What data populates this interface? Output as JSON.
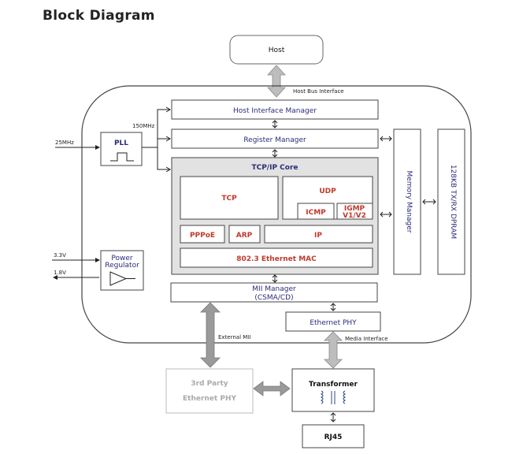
{
  "title": "Block Diagram",
  "diagram": {
    "host": "Host",
    "host_bus_interface": "Host Bus Interface",
    "host_interface_manager": "Host Interface Manager",
    "freq_150": "150MHz",
    "freq_25": "25MHz",
    "pll": "PLL",
    "register_manager": "Register Manager",
    "tcpip_core": "TCP/IP Core",
    "tcp": "TCP",
    "udp": "UDP",
    "icmp": "ICMP",
    "igmp_line1": "IGMP",
    "igmp_line2": "V1/V2",
    "pppoe": "PPPoE",
    "arp": "ARP",
    "ip": "IP",
    "mac": "802.3 Ethernet MAC",
    "memory_manager": "Memory Manager",
    "dpram": "128KB TX/RX DPRAM",
    "v33": "3.3V",
    "v18": "1.8V",
    "power_line1": "Power",
    "power_line2": "Regulator",
    "mii_line1": "MII Manager",
    "mii_line2": "(CSMA/CD)",
    "ethernet_phy": "Ethernet PHY",
    "external_mii": "External MII",
    "media_interface": "Media Interface",
    "third_party_line1": "3rd Party",
    "third_party_line2": "Ethernet PHY",
    "transformer": "Transformer",
    "rj45": "RJ45"
  }
}
